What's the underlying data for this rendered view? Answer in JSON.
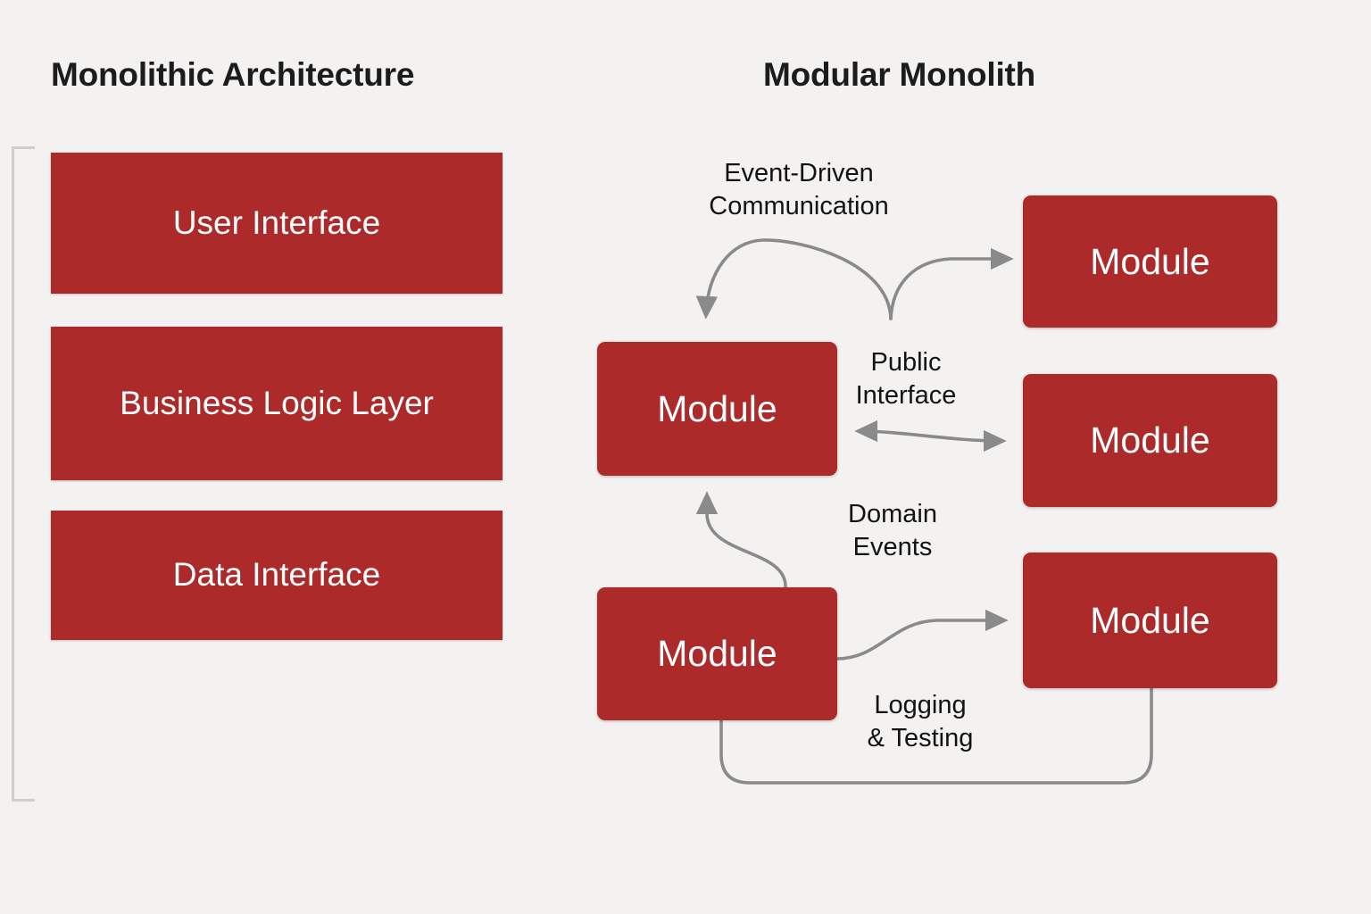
{
  "background_color": "#f3f2f1",
  "accent_color": "#ad2a2a",
  "connector_color": "#8a8a8a",
  "bracket_color": "#cfcfcf",
  "text_on_accent": "#ffffff",
  "panels": {
    "left": {
      "title": "Monolithic Architecture",
      "layers": [
        {
          "label": "User Interface"
        },
        {
          "label": "Business Logic Layer"
        },
        {
          "label": "Data Interface"
        }
      ]
    },
    "right": {
      "title": "Modular Monolith",
      "modules": [
        {
          "label": "Module"
        },
        {
          "label": "Module"
        },
        {
          "label": "Module"
        },
        {
          "label": "Module"
        },
        {
          "label": "Module"
        }
      ],
      "connectors": [
        {
          "label": "Event-Driven\nCommunication"
        },
        {
          "label": "Public\nInterface"
        },
        {
          "label": "Domain\nEvents"
        },
        {
          "label": "Logging\n& Testing"
        }
      ]
    }
  }
}
